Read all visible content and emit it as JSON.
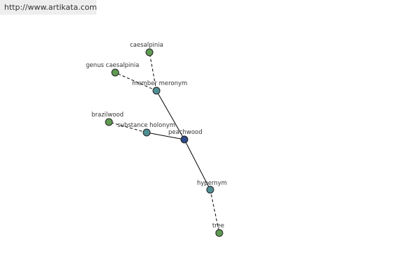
{
  "site_link": "http://www.artikata.com",
  "colors": {
    "word_node": "#2e4a8a",
    "relation_node": "#4f8f94",
    "related_word_node": "#5f9a52",
    "edge": "#000000"
  },
  "nodes": [
    {
      "id": "peachwood",
      "label": "peachwood",
      "kind": "word"
    },
    {
      "id": "member_meronym",
      "label": "member meronym",
      "kind": "relation"
    },
    {
      "id": "substance_holonym",
      "label": "substance holonym",
      "kind": "relation"
    },
    {
      "id": "hypernym",
      "label": "hypernym",
      "kind": "relation"
    },
    {
      "id": "caesalpinia",
      "label": "caesalpinia",
      "kind": "related"
    },
    {
      "id": "genus_caesalpinia",
      "label": "genus caesalpinia",
      "kind": "related"
    },
    {
      "id": "brazilwood",
      "label": "brazilwood",
      "kind": "related"
    },
    {
      "id": "tree",
      "label": "tree",
      "kind": "related"
    }
  ],
  "edges": [
    {
      "from": "peachwood",
      "to": "member_meronym",
      "style": "solid"
    },
    {
      "from": "peachwood",
      "to": "substance_holonym",
      "style": "solid"
    },
    {
      "from": "peachwood",
      "to": "hypernym",
      "style": "solid"
    },
    {
      "from": "member_meronym",
      "to": "caesalpinia",
      "style": "dashed"
    },
    {
      "from": "member_meronym",
      "to": "genus_caesalpinia",
      "style": "dashed"
    },
    {
      "from": "substance_holonym",
      "to": "brazilwood",
      "style": "dashed"
    },
    {
      "from": "hypernym",
      "to": "tree",
      "style": "dashed"
    }
  ]
}
